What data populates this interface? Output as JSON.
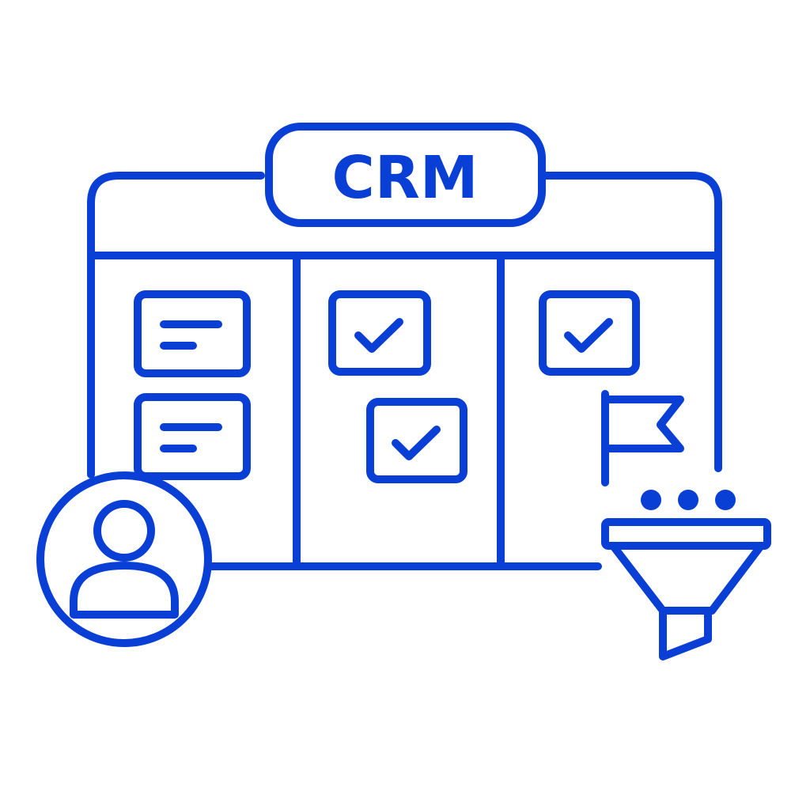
{
  "illustration": {
    "title_badge": "CRM",
    "stroke_color": "#0a3fd6",
    "background": "#ffffff",
    "board": {
      "columns": 3,
      "column_1": {
        "cards": [
          "text-card",
          "text-card"
        ]
      },
      "column_2": {
        "cards": [
          "check-card",
          "check-card"
        ]
      },
      "column_3": {
        "cards": [
          "check-card"
        ],
        "extra": "flag-icon"
      }
    },
    "overlays": [
      "user-avatar-icon",
      "funnel-icon"
    ]
  }
}
